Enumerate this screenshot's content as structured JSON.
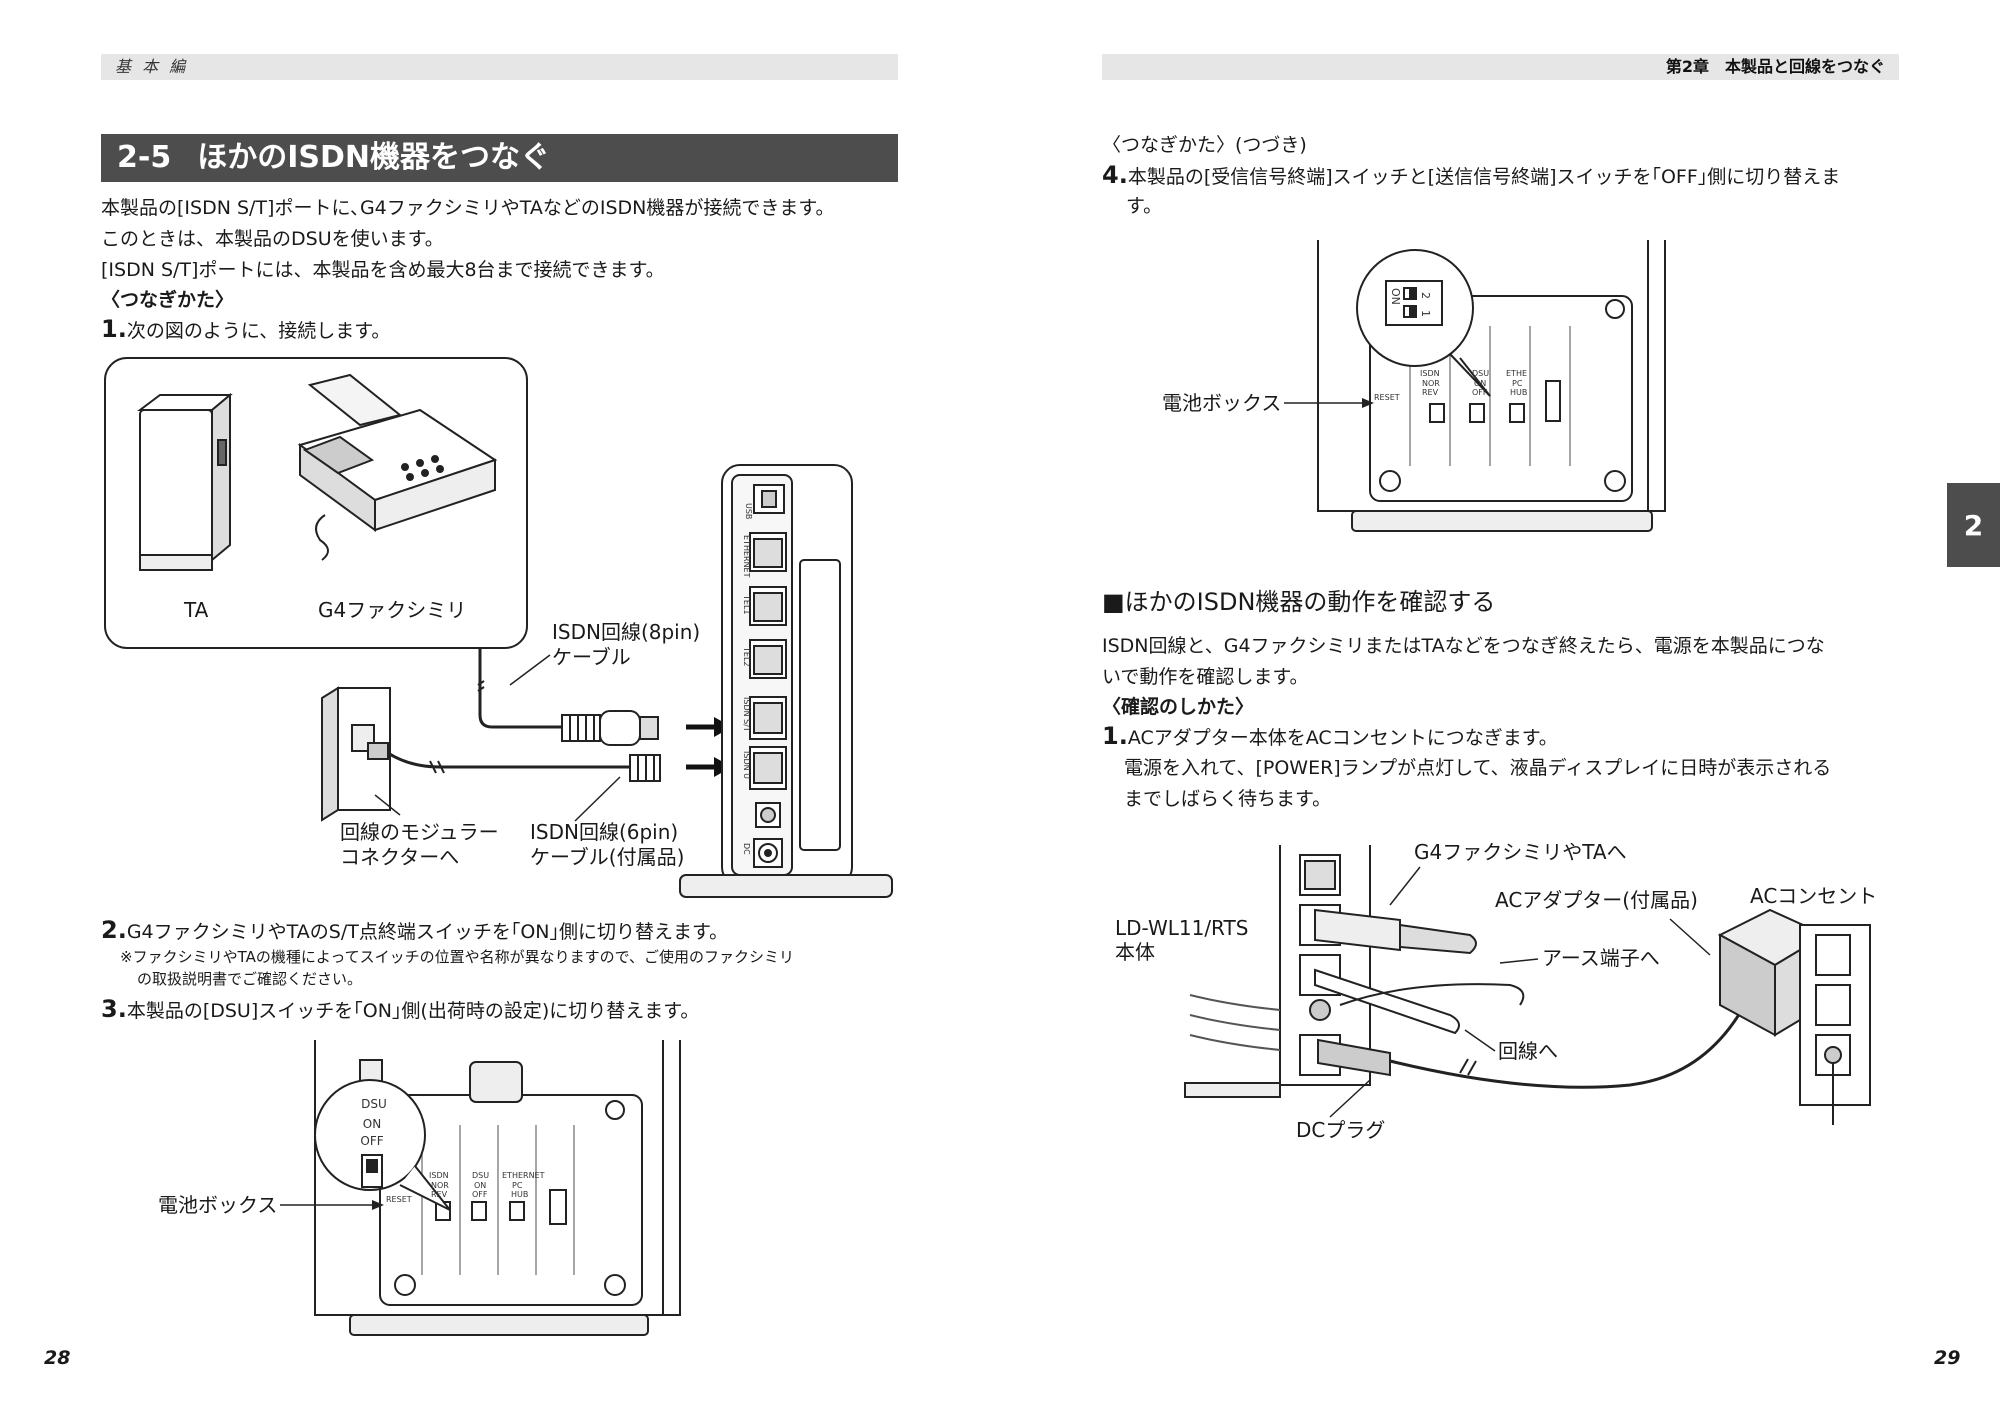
{
  "left_page": {
    "header": "基 本 編",
    "section_number": "2-5",
    "section_title": "ほかのISDN機器をつなぐ",
    "intro": [
      "本製品の[ISDN S/T]ポートに､G4ファクシミリやTAなどのISDN機器が接続できます。",
      "このときは、本製品のDSUを使います。",
      "[ISDN S/T]ポートには、本製品を含め最大8台まで接続できます。"
    ],
    "how_to_connect": "〈つなぎかた〉",
    "step1_num": "1.",
    "step1_text": "次の図のように、接続します。",
    "diagram1": {
      "ta_label": "TA",
      "fax_label": "G4ファクシミリ",
      "cable8_line1": "ISDN回線(8pin)",
      "cable8_line2": "ケーブル",
      "modular_line1": "回線のモジュラー",
      "modular_line2": "コネクターへ",
      "cable6_line1": "ISDN回線(6pin)",
      "cable6_line2": "ケーブル(付属品)",
      "port_usb": "USB",
      "port_ethernet": "ETHERNET",
      "port_tel1": "TEL1",
      "port_tel2": "TEL2",
      "port_isdn_st": "ISDN S/T",
      "port_isdn_u": "ISDN U",
      "port_dc": "DC"
    },
    "step2_num": "2.",
    "step2_text": "G4ファクシミリやTAのS/T点終端スイッチを｢ON｣側に切り替えます。",
    "note_line1": "※ファクシミリやTAの機種によってスイッチの位置や名称が異なりますので、ご使用のファクシミリ",
    "note_line2": "の取扱説明書でご確認ください。",
    "step3_num": "3.",
    "step3_text": "本製品の[DSU]スイッチを｢ON｣側(出荷時の設定)に切り替えます。",
    "diagram2": {
      "battery_label": "電池ボックス",
      "dsu": "DSU",
      "on": "ON",
      "off": "OFF",
      "reset": "RESET",
      "isdn": "ISDN",
      "nor": "NOR",
      "rev": "REV",
      "ethernet": "ETHERNET",
      "pc": "PC",
      "hub": "HUB"
    },
    "page_number": "28"
  },
  "right_page": {
    "header": "第2章　本製品と回線をつなぐ",
    "continued": "〈つなぎかた〉(つづき)",
    "step4_num": "4.",
    "step4_line1": "本製品の[受信信号終端]スイッチと[送信信号終端]スイッチを｢OFF｣側に切り替えま",
    "step4_line2": "す。",
    "diagram3": {
      "battery_label": "電池ボックス",
      "on": "ON",
      "sw1": "1",
      "sw2": "2",
      "reset": "RESET",
      "isdn": "ISDN",
      "nor": "NOR",
      "rev": "REV",
      "dsu": "DSU",
      "on2": "ON",
      "off": "OFF",
      "ether": "ETHE",
      "pc": "PC",
      "hub": "HUB"
    },
    "subheading": "■ほかのISDN機器の動作を確認する",
    "body_line1": "ISDN回線と、G4ファクシミリまたはTAなどをつなぎ終えたら、電源を本製品につな",
    "body_line2": "いで動作を確認します。",
    "how_to_check": "〈確認のしかた〉",
    "check1_num": "1.",
    "check1_text": "ACアダプター本体をACコンセントにつなぎます。",
    "check1_line2": "電源を入れて、[POWER]ランプが点灯して、液晶ディスプレイに日時が表示される",
    "check1_line3": "までしばらく待ちます。",
    "diagram4": {
      "g4_label": "G4ファクシミリやTAへ",
      "adapter_label": "ACアダプター(付属品)",
      "outlet_label": "ACコンセント",
      "model_label": "LD-WL11/RTS",
      "body_label": "本体",
      "earth_label": "アース端子へ",
      "line_label": "回線へ",
      "dc_label": "DCプラグ"
    },
    "chapter_tab": "2",
    "page_number": "29"
  }
}
